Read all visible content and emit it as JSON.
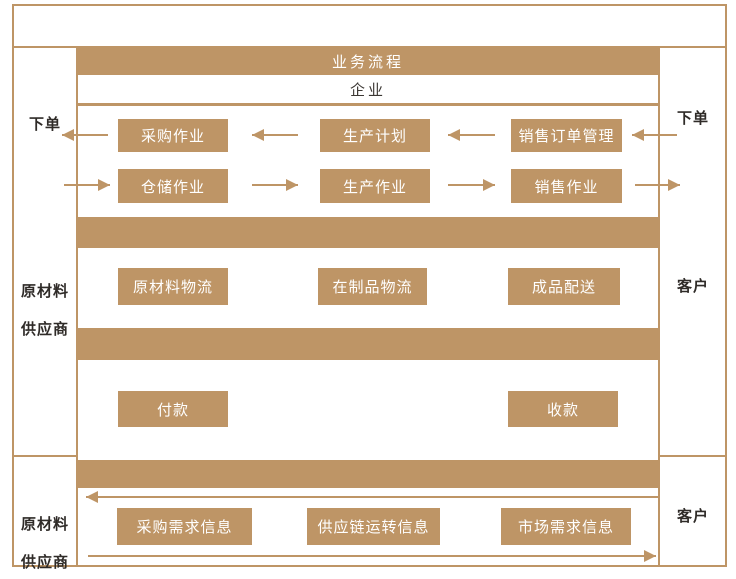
{
  "colors": {
    "accent_tan": "#BE9566",
    "box_text": "#FFFFFF",
    "label_text": "#2F2B28",
    "background": "#FFFFFF"
  },
  "top_banner": {
    "title": "业务流程",
    "entity": "企业"
  },
  "left_rail": {
    "order_label": "下单",
    "supplier_upper": [
      "原材料",
      "供应商"
    ],
    "supplier_lower": [
      "原材料",
      "供应商"
    ]
  },
  "right_rail": {
    "order_label": "下单",
    "customer_upper": "客户",
    "customer_lower": "客户"
  },
  "process_rows": {
    "planning": [
      "采购作业",
      "生产计划",
      "销售订单管理"
    ],
    "execution": [
      "仓储作业",
      "生产作业",
      "销售作业"
    ],
    "logistics": [
      "原材料物流",
      "在制品物流",
      "成品配送"
    ],
    "funds": [
      "付款",
      "收款"
    ],
    "information": [
      "采购需求信息",
      "供应链运转信息",
      "市场需求信息"
    ]
  },
  "arrows": {
    "planning_row_direction": "right-to-left",
    "execution_row_direction": "left-to-right",
    "information_top_direction": "right-to-left",
    "information_bottom_direction": "left-to-right"
  }
}
